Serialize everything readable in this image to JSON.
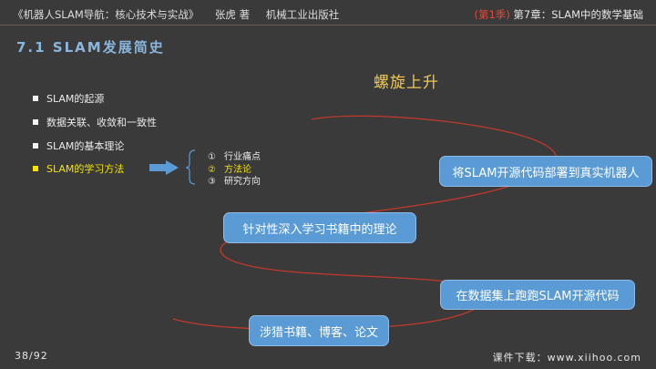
{
  "header": {
    "book_title": "《机器人SLAM导航：核心技术与实战》",
    "author": "张虎 著",
    "publisher": "机械工业出版社",
    "season": "(第1季)",
    "chapter": "第7章：SLAM中的数学基础"
  },
  "slide": {
    "title": "7.1 SLAM发展简史",
    "spiral_label": "螺旋上升",
    "bullets": [
      {
        "label": "SLAM的起源"
      },
      {
        "label": "数据关联、收敛和一致性"
      },
      {
        "label": "SLAM的基本理论"
      },
      {
        "label": "SLAM的学习方法"
      }
    ],
    "sub_items": [
      {
        "num": "①",
        "label": "行业痛点"
      },
      {
        "num": "②",
        "label": "方法论"
      },
      {
        "num": "③",
        "label": "研究方向"
      }
    ],
    "steps": [
      {
        "label": "涉猎书籍、博客、论文"
      },
      {
        "label": "在数据集上跑跑SLAM开源代码"
      },
      {
        "label": "针对性深入学习书籍中的理论"
      },
      {
        "label": "将SLAM开源代码部署到真实机器人"
      }
    ]
  },
  "footer": {
    "page": "38/92",
    "download": "课件下载：www.xiihoo.com"
  },
  "colors": {
    "background": "#3a3a3a",
    "title": "#8ab6de",
    "highlight": "#f4e400",
    "spiral_label": "#f0c94e",
    "step_box": "#5b9bd5",
    "spiral_line": "#c0392b",
    "season": "#e04a3a"
  }
}
